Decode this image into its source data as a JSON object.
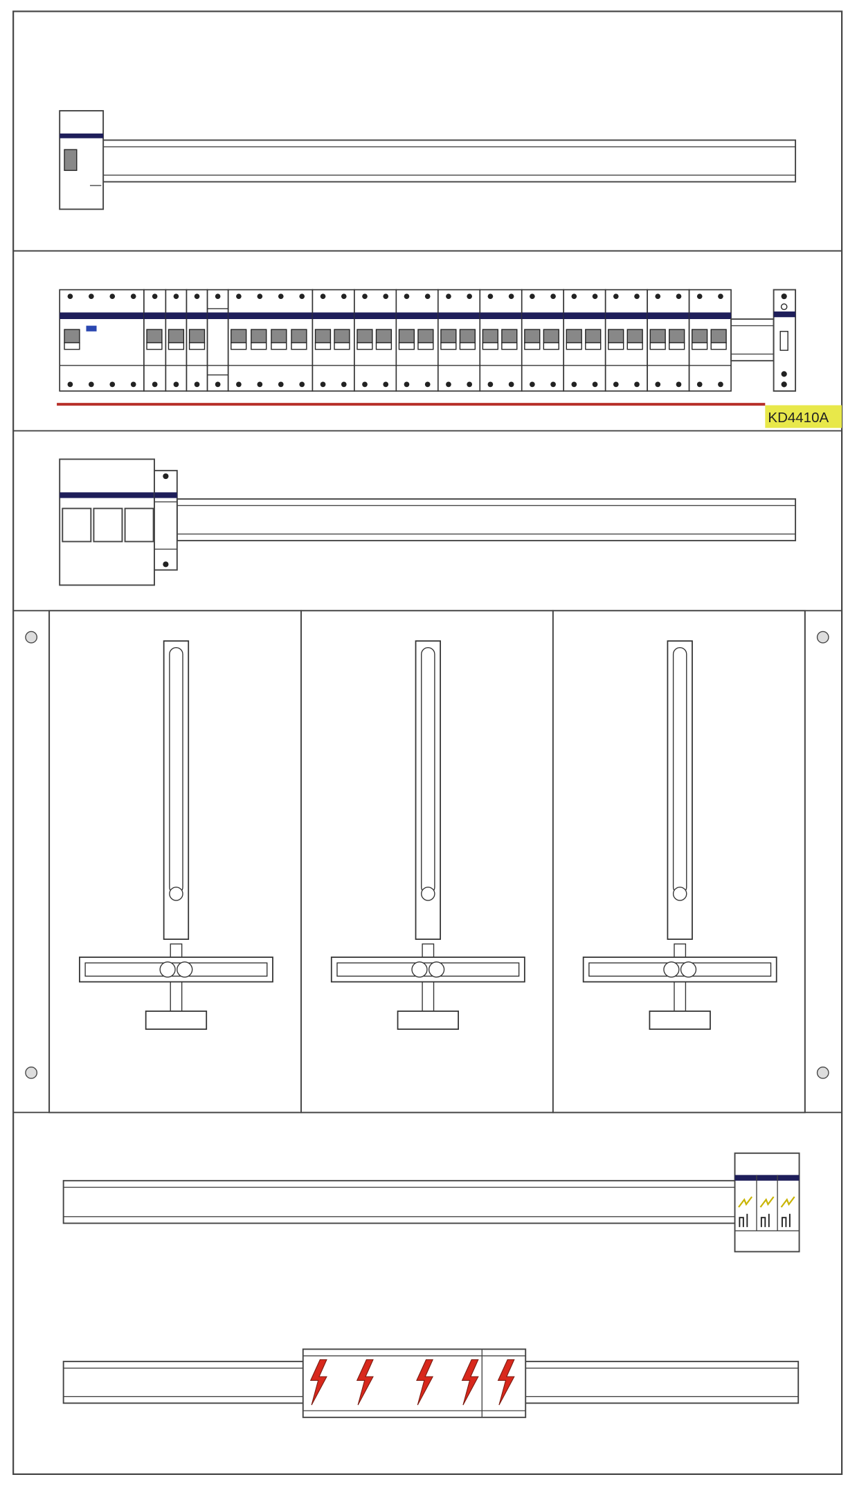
{
  "panel": {
    "label": "KD4410A",
    "colors": {
      "band": "#1e1e5a",
      "red_line": "#b7302a",
      "label_bg": "#e8e84a",
      "lightning": "#d8281c",
      "toggle": "#888888",
      "accent_blue": "#2a47b0"
    }
  },
  "sections": [
    "top-rail",
    "breaker-row",
    "main-switch-rail",
    "meter-panels",
    "bottom-rails"
  ],
  "meter_count": 3,
  "fuse_count": 5
}
